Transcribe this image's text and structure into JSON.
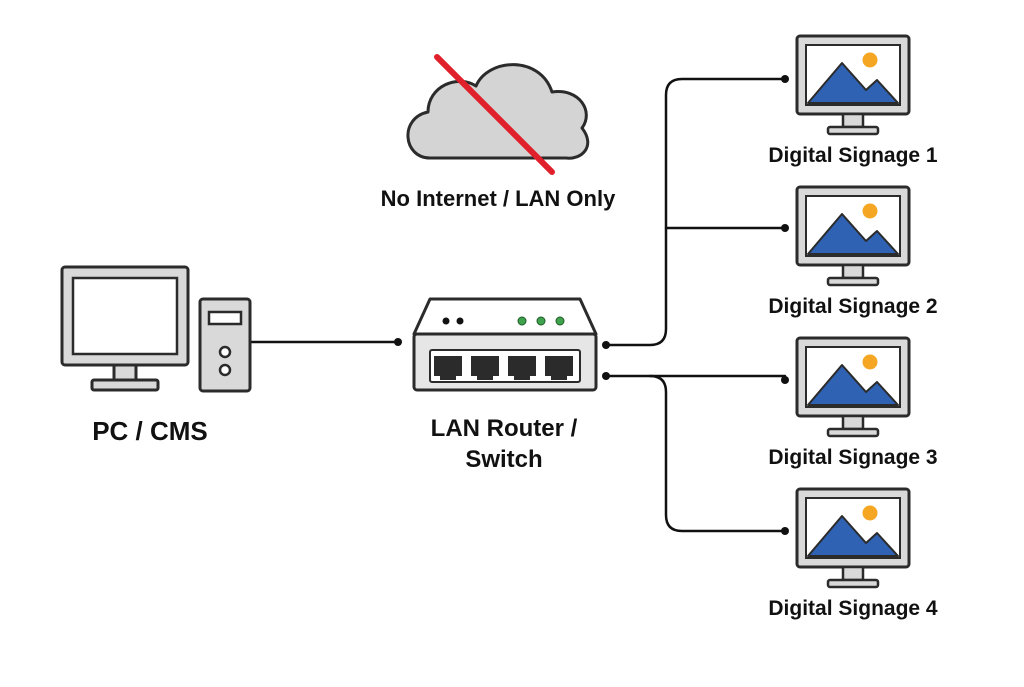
{
  "cloud": {
    "label": "No Internet / LAN Only",
    "fill_color": "#d4d4d4",
    "outline_color": "#2b2b2b",
    "slash_color": "#e0202a"
  },
  "pc": {
    "label": "PC / CMS",
    "icon": "desktop-computer-icon",
    "tower_icon": "pc-tower-icon"
  },
  "router": {
    "label_line1": "LAN Router /",
    "label_line2": "Switch",
    "icon": "network-switch-icon",
    "port_count": 4,
    "led_color": "#3fa34d"
  },
  "signage": [
    {
      "label": "Digital Signage 1"
    },
    {
      "label": "Digital Signage 2"
    },
    {
      "label": "Digital Signage 3"
    },
    {
      "label": "Digital Signage 4"
    }
  ],
  "colors": {
    "line": "#111111",
    "screen_image_blue": "#2f62b3",
    "sun": "#f5a623",
    "device_gray": "#d9d9d9",
    "outline": "#2b2b2b"
  }
}
